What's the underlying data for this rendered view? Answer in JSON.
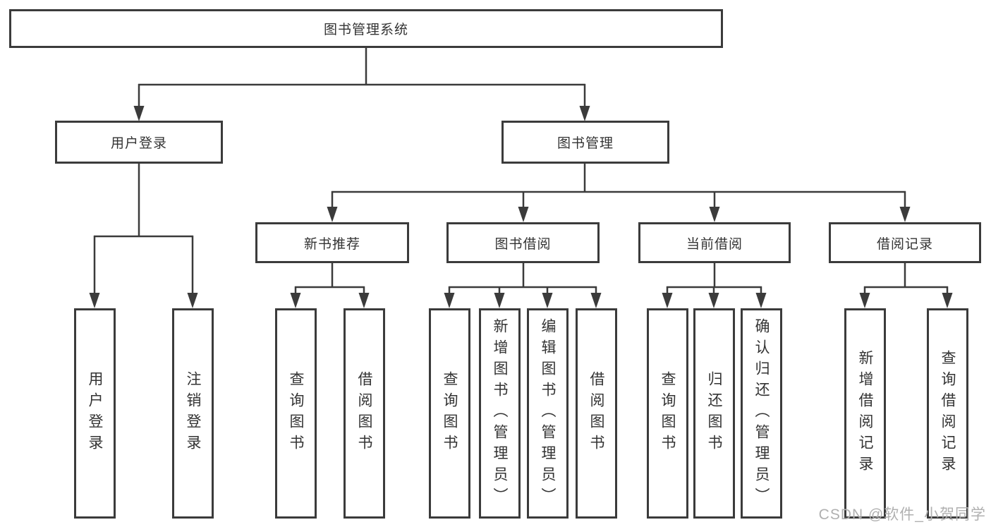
{
  "diagram_title": "图书管理系统",
  "nodes": {
    "root": "图书管理系统",
    "level2": {
      "user_login": "用户登录",
      "book_management": "图书管理"
    },
    "level3": {
      "new_book_recommend": "新书推荐",
      "book_borrow": "图书借阅",
      "current_borrow": "当前借阅",
      "borrow_record": "借阅记录"
    },
    "leaves": {
      "user_login_children": [
        "用户登录",
        "注销登录"
      ],
      "new_book_recommend_children": [
        "查询图书",
        "借阅图书"
      ],
      "book_borrow_children": [
        "查询图书",
        "新增图书（管理员）",
        "编辑图书（管理员）",
        "借阅图书"
      ],
      "current_borrow_children": [
        "查询图书",
        "归还图书",
        "确认归还（管理员）"
      ],
      "borrow_record_children": [
        "新增借阅记录",
        "查询借阅记录"
      ]
    }
  },
  "watermark": "CSDN @软件_小贺同学"
}
